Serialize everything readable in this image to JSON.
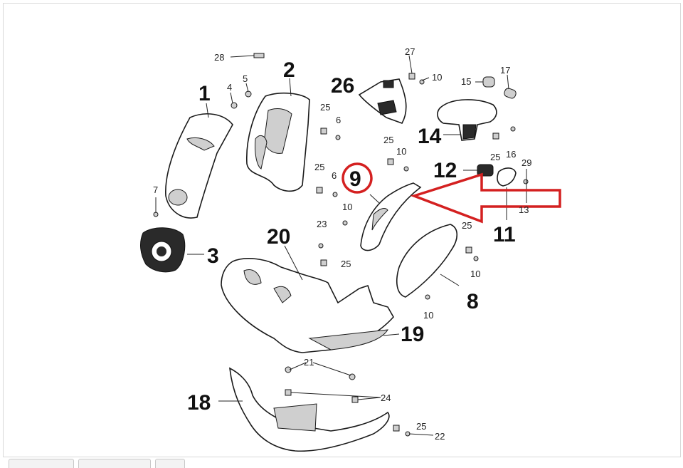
{
  "diagram": {
    "labels": {
      "l1": "1",
      "l2": "2",
      "l3": "3",
      "l4": "4",
      "l5": "5",
      "l6a": "6",
      "l6b": "6",
      "l7": "7",
      "l8": "8",
      "l9": "9",
      "l10a": "10",
      "l10b": "10",
      "l10c": "10",
      "l10d": "10",
      "l10e": "10",
      "l11": "11",
      "l12": "12",
      "l13": "13",
      "l14": "14",
      "l15": "15",
      "l16": "16",
      "l17": "17",
      "l18": "18",
      "l19": "19",
      "l20": "20",
      "l21": "21",
      "l22": "22",
      "l23": "23",
      "l24": "24",
      "l25a": "25",
      "l25b": "25",
      "l25c": "25",
      "l25d": "25",
      "l25e": "25",
      "l25f": "25",
      "l25g": "25",
      "l26": "26",
      "l27": "27",
      "l28": "28",
      "l29": "29"
    },
    "highlight_color": "#d42020"
  }
}
